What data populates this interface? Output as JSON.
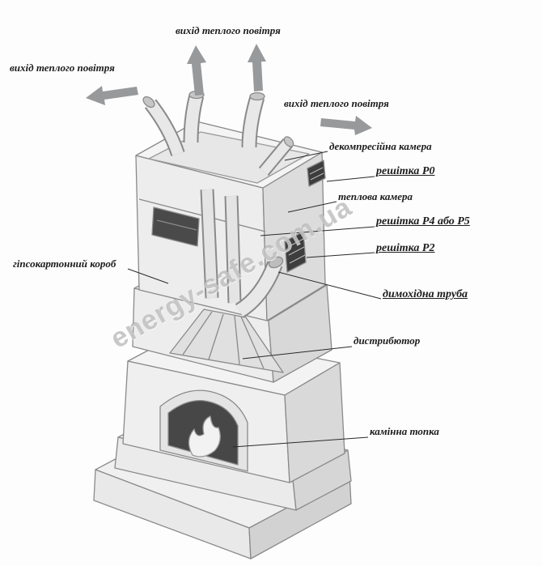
{
  "watermark": "energy-safe.com.ua",
  "labels": {
    "warm_air_top": "вихід теплого повітря",
    "warm_air_left": "вихід теплого повітря",
    "warm_air_right": "вихід теплого повітря",
    "decompression_chamber": "декомпресійна камера",
    "grate_p0": "решітка Р0",
    "thermal_chamber": "теплова камера",
    "grate_p4_p5": "решітка Р4 або Р5",
    "grate_p2": "решітка Р2",
    "chimney_pipe": "димохідна труба",
    "drywall_box": "гіпсокартонний короб",
    "distributor": "дистрибютор",
    "fireplace_firebox": "камінна топка"
  },
  "colors": {
    "label_text": "#1c1c1c",
    "leader_line": "#2a2a2a",
    "arrow_fill": "#97999b",
    "sketch_stroke": "#8a8a8a",
    "watermark_gray": "#919191"
  }
}
